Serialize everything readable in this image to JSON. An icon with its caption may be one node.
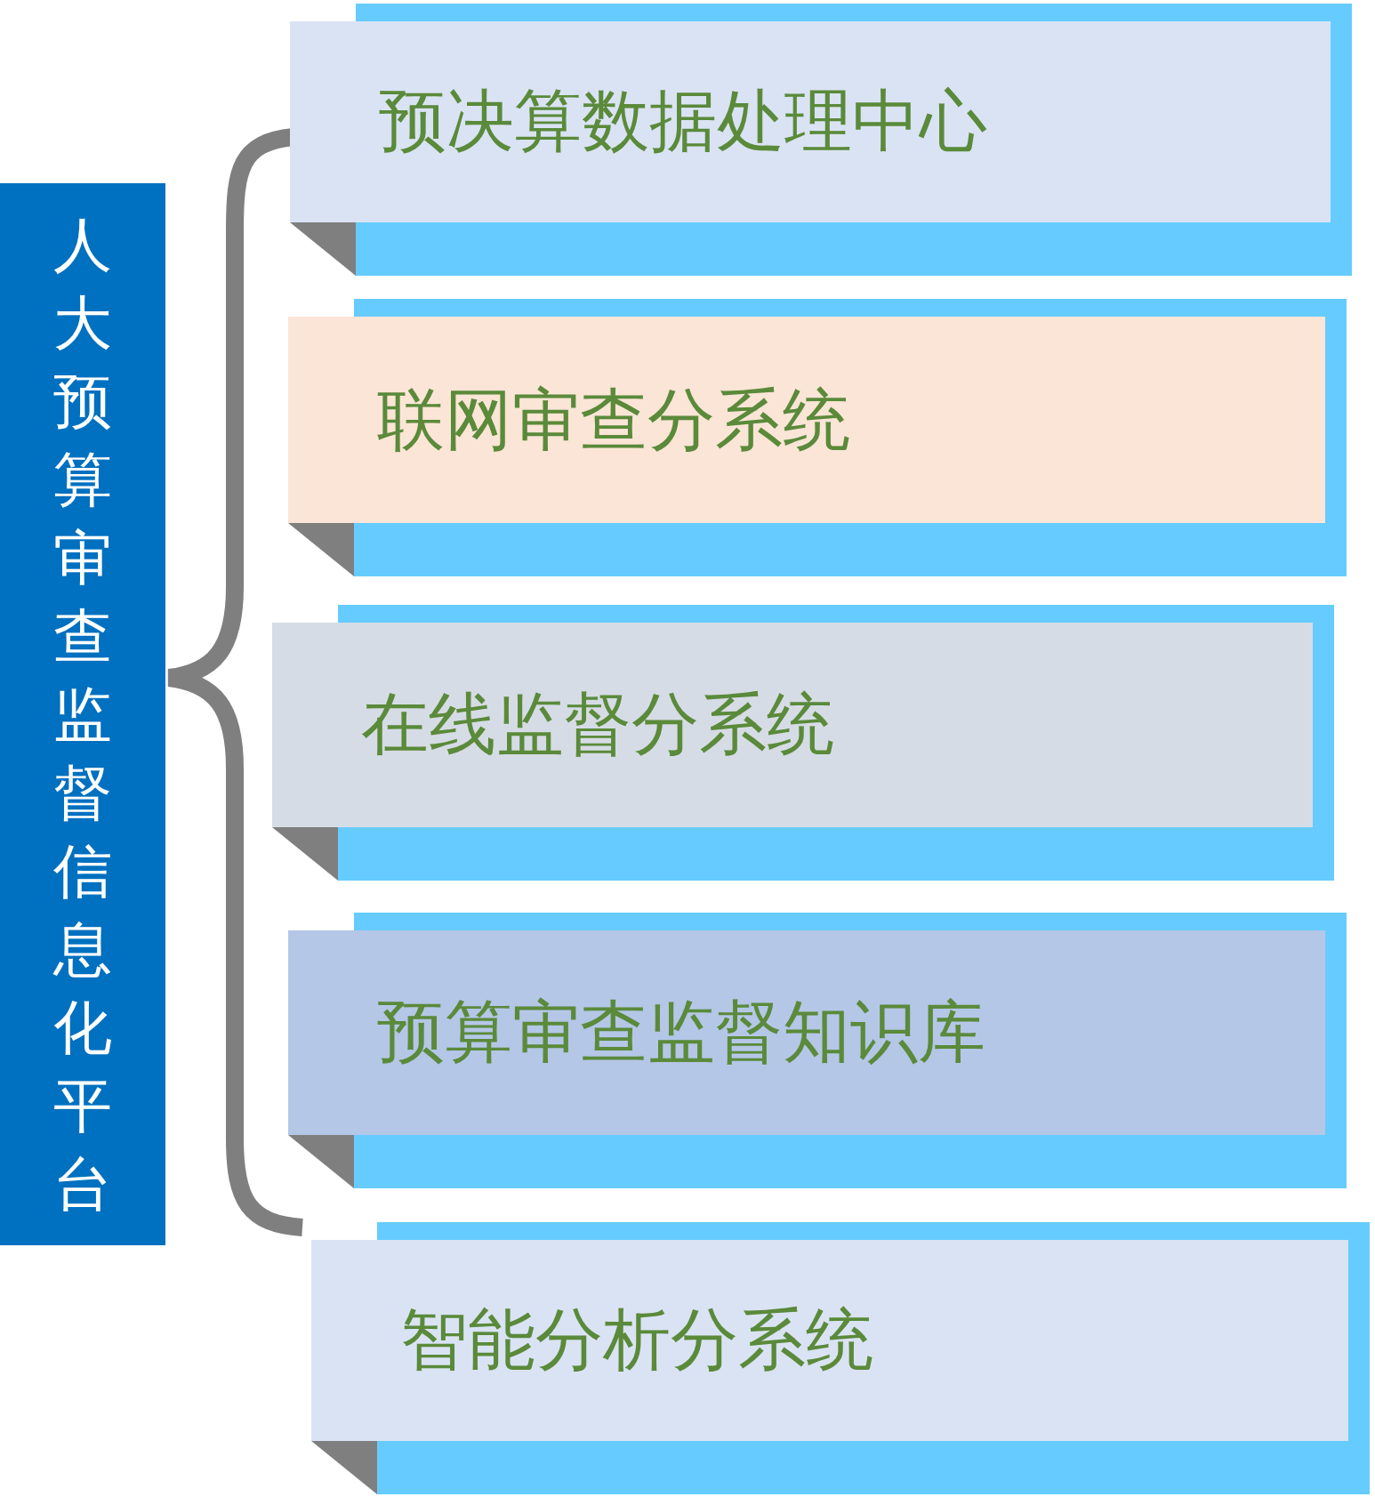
{
  "diagram": {
    "nodes": [
      {
        "text": [
          "人大预算审查监督信息化平台"
        ]
      },
      {
        "text": [
          "预决算数据处理中心"
        ]
      },
      {
        "text": [
          "联网审查分系统"
        ]
      },
      {
        "text": [
          "在线监督分系统"
        ]
      },
      {
        "text": [
          "预算审查监督知识库"
        ]
      },
      {
        "text": [
          "智能分析分系统"
        ]
      }
    ]
  }
}
